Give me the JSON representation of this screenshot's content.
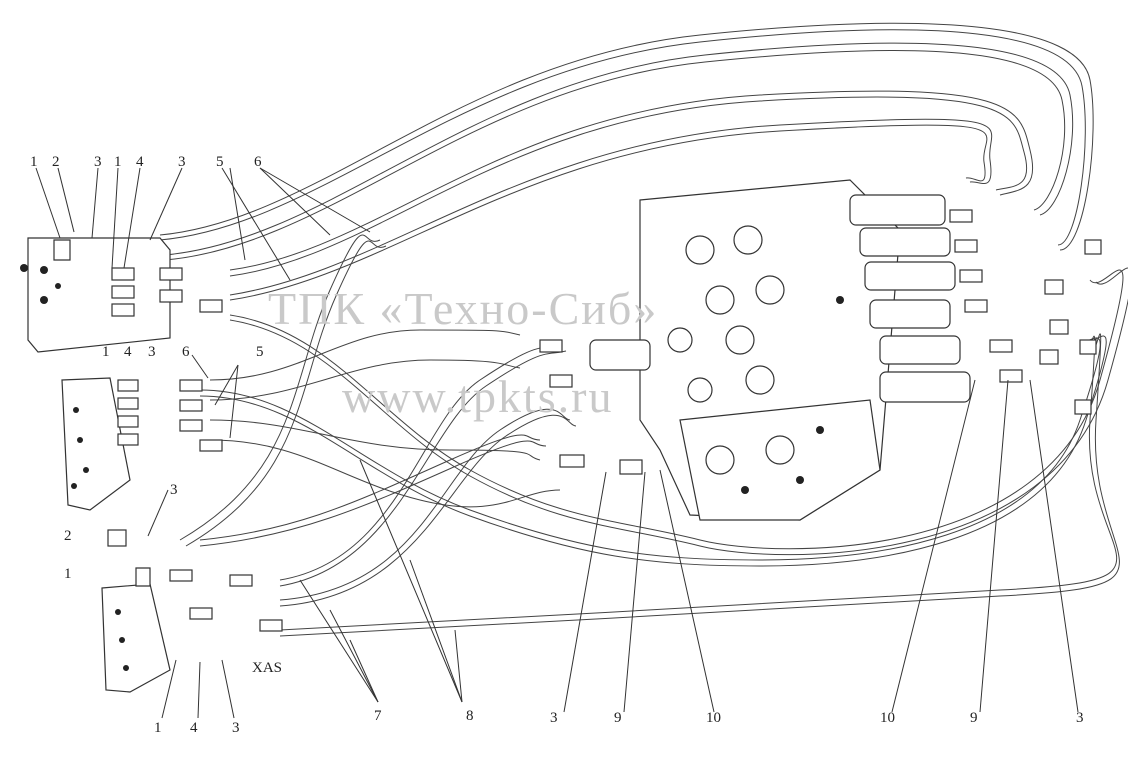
{
  "watermark": {
    "line1": "ТПК «Техно-Сиб»",
    "line2": "www.tpkts.ru"
  },
  "callouts": {
    "top": [
      "1",
      "2",
      "3",
      "1",
      "4",
      "3",
      "5",
      "6"
    ],
    "mid": [
      "1",
      "4",
      "3",
      "6",
      "5"
    ],
    "side": [
      "3",
      "2",
      "1"
    ],
    "bottom": [
      "1",
      "4",
      "3",
      "7",
      "8",
      "3",
      "9",
      "10",
      "10",
      "9",
      "3"
    ]
  },
  "hose_mark": "XAS"
}
